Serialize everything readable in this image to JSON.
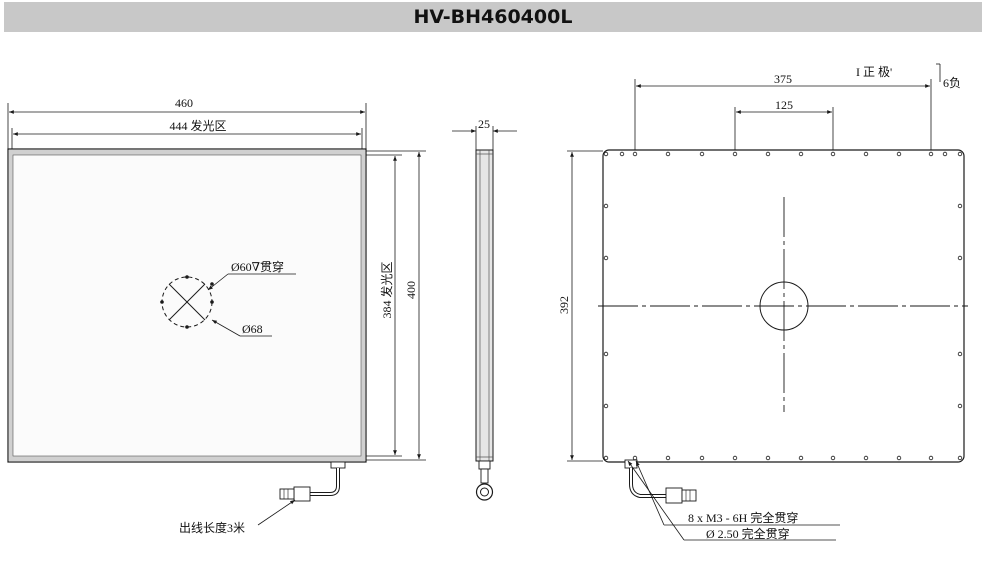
{
  "title": "HV-BH460400L",
  "front_view": {
    "overall_width": "460",
    "emitting_width": "444 发光区",
    "emitting_height": "384 发光区",
    "overall_height": "400",
    "hole_through": "Ø60∇贯穿",
    "hole_outer": "Ø68",
    "cable_note": "出线长度3米"
  },
  "side_view": {
    "thickness": "25"
  },
  "back_view": {
    "top_label_partial": "I 正 极'",
    "top_label_partial2": "6负",
    "span_outer": "375",
    "span_inner": "125",
    "height": "392",
    "note_screws": "8 x  M3 - 6H 完全贯穿",
    "note_holes": "Ø 2.50 完全贯穿"
  },
  "colors": {
    "line": "#1a1a1a",
    "frame_gray": "#9a9a9a",
    "panel_fill": "#f2f2f2",
    "title_bg": "#c8c8c8"
  }
}
